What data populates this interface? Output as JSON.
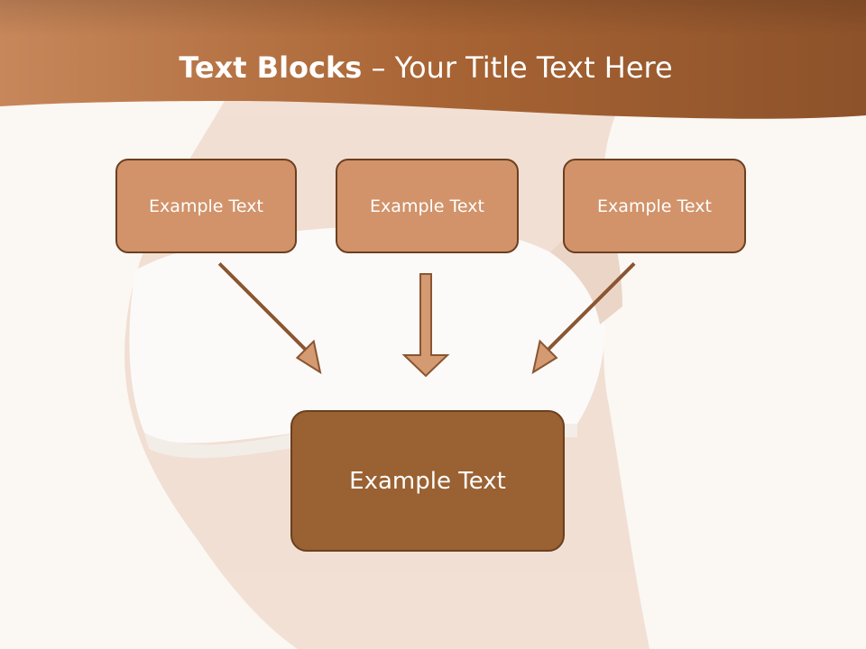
{
  "slide": {
    "title_bold": "Text Blocks",
    "title_sep": " – ",
    "title_rest": "Your Title Text Here"
  },
  "top_boxes": [
    {
      "label": "Example Text"
    },
    {
      "label": "Example Text"
    },
    {
      "label": "Example Text"
    }
  ],
  "bottom_box": {
    "label": "Example Text"
  },
  "colors": {
    "header_band": "#b7703e",
    "small_box": "#d2936a",
    "big_box": "#9a6132",
    "arrow_fill": "#d49a72",
    "outline": "#6b3f1f"
  }
}
